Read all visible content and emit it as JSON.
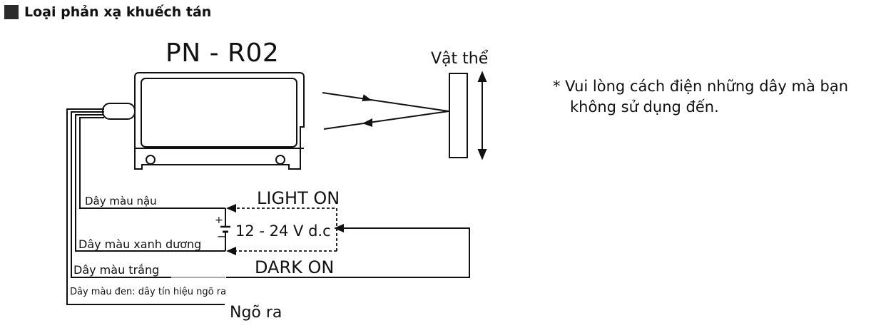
{
  "header": {
    "title": "Loại phản xạ khuếch tán"
  },
  "sensor": {
    "model": "PN - R02"
  },
  "object": {
    "label": "Vật thể"
  },
  "note": {
    "line1": "* Vui lòng cách điện những dây mà bạn",
    "line2": "không sử dụng đến."
  },
  "wires": {
    "brown": "Dây màu nậu",
    "blue": "Dây màu xanh dương",
    "white": "Dây màu trắng",
    "black": "Dây màu đen: dây tín hiệu ngõ ra"
  },
  "modes": {
    "light_on": "LIGHT ON",
    "dark_on": "DARK ON"
  },
  "supply": {
    "voltage": "12 - 24 V d.c",
    "plus": "+",
    "minus": "−"
  },
  "output": {
    "label": "Ngõ ra"
  }
}
